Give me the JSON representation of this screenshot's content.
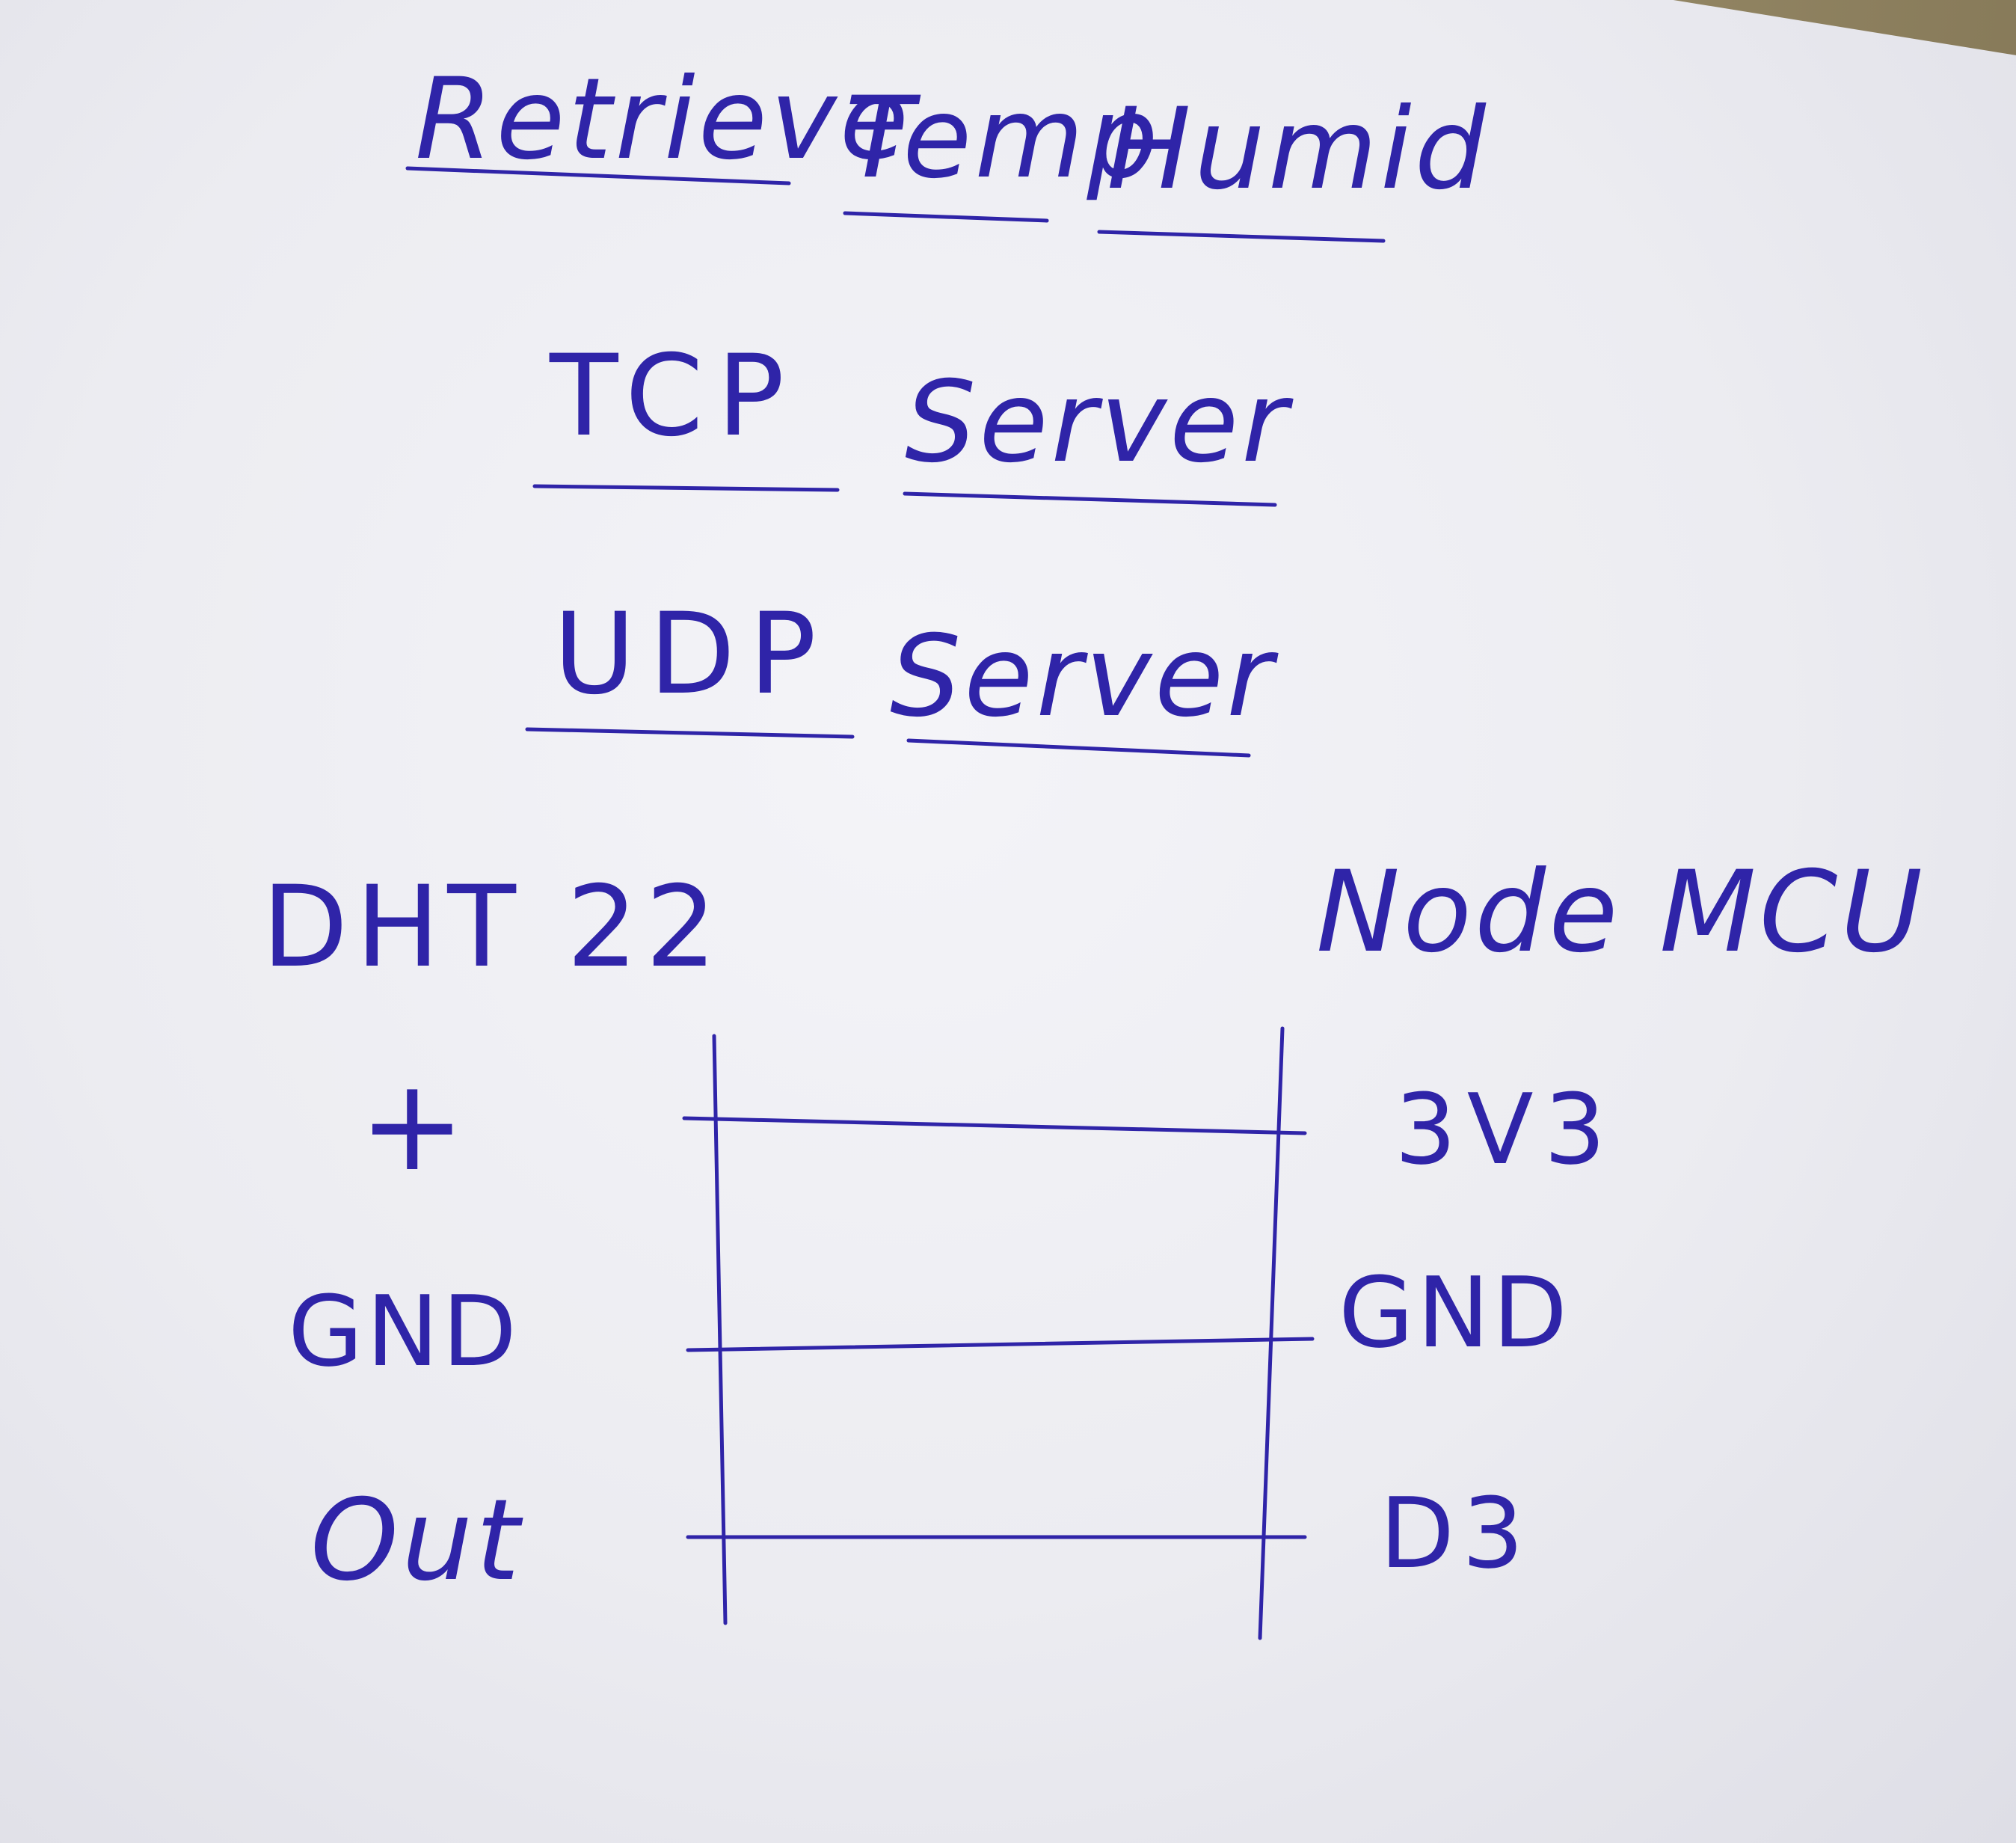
{
  "title": {
    "words": [
      "Retrieve",
      "Temp",
      "Humid"
    ]
  },
  "servers": [
    {
      "protocol": "TCP",
      "role": "Server"
    },
    {
      "protocol": "UDP",
      "role": "Server"
    }
  ],
  "wiring": {
    "left_header": "DHT 22",
    "right_header": "Node MCU",
    "connections": [
      {
        "left": "+",
        "right": "3V3"
      },
      {
        "left": "GND",
        "right": "GND"
      },
      {
        "left": "Out",
        "right": "D3"
      }
    ]
  },
  "ink_color": "#2f24a8",
  "paper_color": "#ececf1"
}
